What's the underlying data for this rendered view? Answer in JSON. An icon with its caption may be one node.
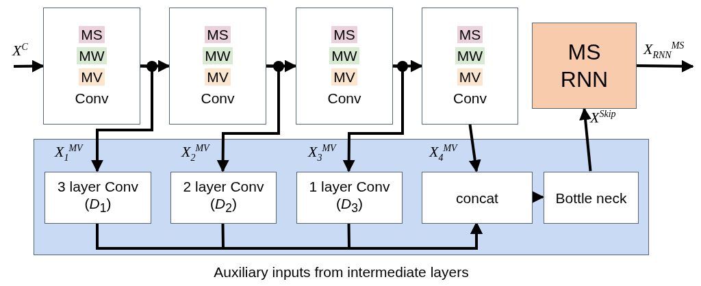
{
  "diagram": {
    "nodes": [
      {
        "text": [
          "MS",
          "MW",
          "MV",
          "Conv"
        ]
      },
      {
        "text": [
          "MS",
          "MW",
          "MV",
          "Conv"
        ]
      },
      {
        "text": [
          "MS",
          "MW",
          "MV",
          "Conv"
        ]
      },
      {
        "text": [
          "MS",
          "MW",
          "MV",
          "Conv"
        ]
      },
      {
        "text": [
          "MS RNN"
        ]
      },
      {
        "text": [
          "Auxiliary inputs from intermediate layers"
        ]
      },
      {
        "text": [
          "3 layer Conv (*D*$_{1}$)"
        ],
        "in": 5
      },
      {
        "text": [
          "2 layer Conv (*D*$_{2}$)"
        ],
        "in": 5
      },
      {
        "text": [
          "1 layer Conv (*D*$_{3}$)"
        ],
        "in": 5
      },
      {
        "text": [
          "concat"
        ],
        "in": 5
      },
      {
        "text": [
          "Bottle neck"
        ],
        "in": 5
      }
    ],
    "edges": [
      {
        "from": null,
        "to": 0,
        "arrow": "to",
        "label": "X$^{C}$"
      },
      {
        "from": 0,
        "to": 1,
        "arrow": "to"
      },
      {
        "from": 0,
        "to": 6,
        "arrow": "to",
        "label": "X$_{1}$$^{MV}$"
      },
      {
        "from": 1,
        "to": 2,
        "arrow": "to"
      },
      {
        "from": 1,
        "to": 7,
        "arrow": "to",
        "label": "X$_{2}$$^{MV}$"
      },
      {
        "from": 2,
        "to": 3,
        "arrow": "to"
      },
      {
        "from": 2,
        "to": 8,
        "arrow": "to",
        "label": "X$_{3}$$^{MV}$"
      },
      {
        "from": 3,
        "to": 9,
        "arrow": "to",
        "label": "X$_{4}$$^{MV}$"
      },
      {
        "from": 6,
        "to": 9,
        "arrow": "to"
      },
      {
        "from": 7,
        "to": 9,
        "arrow": "to"
      },
      {
        "from": 8,
        "to": 9,
        "arrow": "to"
      },
      {
        "from": 9,
        "to": 10,
        "arrow": "to"
      },
      {
        "from": 10,
        "to": 4,
        "arrow": "to",
        "label": "X$^{Skip}$"
      },
      {
        "from": 4,
        "to": null,
        "arrow": "to",
        "label": "X$_{RNN}$$^{MS}$"
      }
    ]
  }
}
